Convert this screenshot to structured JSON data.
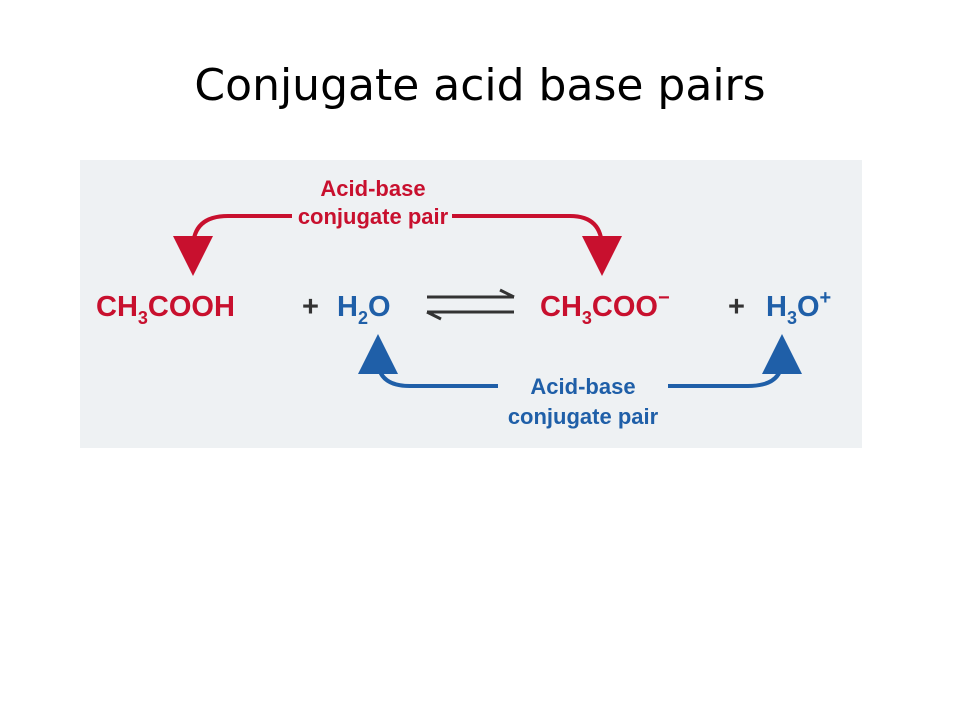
{
  "slide": {
    "title": "Conjugate acid base pairs"
  },
  "diagram": {
    "top_pair": {
      "line1": "Acid-base",
      "line2": "conjugate pair"
    },
    "bottom_pair": {
      "line1": "Acid-base",
      "line2": "conjugate pair"
    },
    "reactant_acid": {
      "prefix": "CH",
      "sub": "3",
      "suffix": "COOH"
    },
    "plus1": "+",
    "reactant_base": {
      "prefix": "H",
      "sub": "2",
      "suffix": "O"
    },
    "product_base": {
      "prefix": "CH",
      "sub": "3",
      "suffix": "COO",
      "sup": "−"
    },
    "plus2": "+",
    "product_acid": {
      "prefix": "H",
      "sub": "3",
      "suffix": "O",
      "sup": "+"
    },
    "colors": {
      "red": "#c8102e",
      "blue": "#1f5fa8",
      "dark": "#333333",
      "panel": "#eef1f3"
    }
  }
}
